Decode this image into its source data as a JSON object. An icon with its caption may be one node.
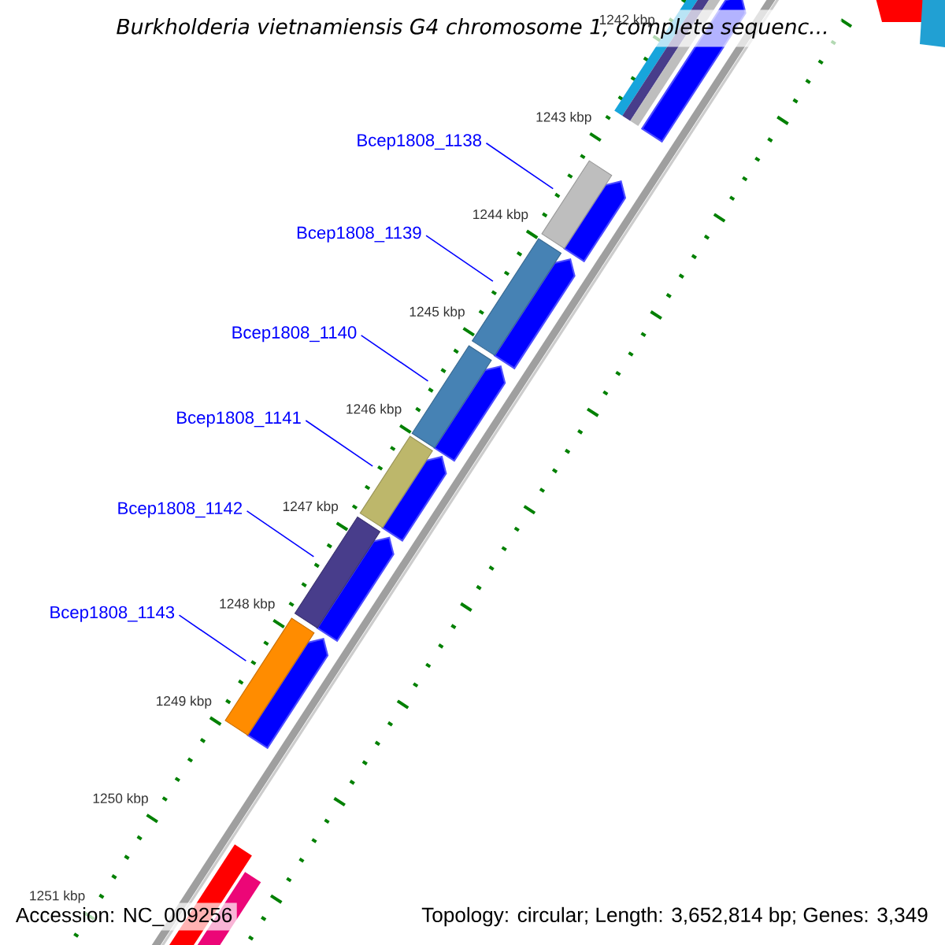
{
  "diagram": {
    "title": "Burkholderia vietnamiensis G4 chromosome 1, complete sequenc...",
    "nodes": [
      {
        "text": [
          "Bcep1808_1138"
        ]
      },
      {
        "text": [
          "Bcep1808_1139"
        ]
      },
      {
        "text": [
          "Bcep1808_1140"
        ]
      },
      {
        "text": [
          "Bcep1808_1141"
        ]
      },
      {
        "text": [
          "Bcep1808_1142"
        ]
      },
      {
        "text": [
          "Bcep1808_1143"
        ]
      },
      {
        "text": [],
        "shape": "bar"
      },
      {
        "text": [],
        "shape": "bar"
      },
      {
        "text": [],
        "shape": "bar"
      },
      {
        "text": [],
        "shape": "bar"
      },
      {
        "text": [],
        "shape": "bar"
      },
      {
        "text": [],
        "shape": "bar"
      }
    ],
    "edges": [
      {
        "from": 0,
        "to": 6,
        "arrow": "none"
      },
      {
        "from": 1,
        "to": 7,
        "arrow": "none"
      },
      {
        "from": 2,
        "to": 8,
        "arrow": "none"
      },
      {
        "from": 3,
        "to": 9,
        "arrow": "none"
      },
      {
        "from": 4,
        "to": 10,
        "arrow": "none"
      },
      {
        "from": 5,
        "to": 11,
        "arrow": "none"
      }
    ],
    "labels": [
      "1242 kbp",
      "1243 kbp",
      "1244 kbp",
      "1245 kbp",
      "1246 kbp",
      "1247 kbp",
      "1248 kbp",
      "1249 kbp",
      "1250 kbp",
      "1251 kbp",
      "Accession: NC_009256",
      "Topology: circular; Length: 3,652,814 bp; Genes: 3,349"
    ]
  }
}
